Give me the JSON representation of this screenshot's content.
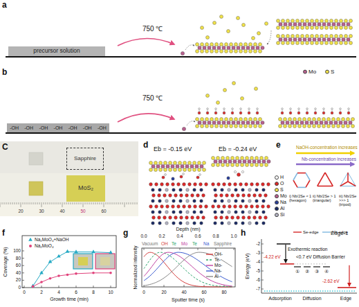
{
  "diagram": {
    "nodes": [
      {
        "text": [
          "precursor solution"
        ]
      },
      {
        "text": [
          "-OH",
          "-OH",
          "-OH",
          "-OH",
          "-OH",
          "-OH",
          "-OH"
        ]
      },
      {
        "text": [
          "Sapphire"
        ]
      },
      {
        "text": [
          "MoS₂"
        ]
      }
    ],
    "labels": [
      "a",
      "750 ℃",
      "b",
      "750 ℃",
      "C",
      "20",
      "30",
      "40",
      "50",
      "60",
      "d",
      "Eb = -0.15 eV",
      "Eb = -0.24 eV",
      "e",
      "NaOH-concentration increases",
      "Nb-concentration increases",
      "i) Nb/2Se ≈ 1 (hexagon)",
      "ii) Nb/2Se > 1 (triangular)",
      "iii) Nb/2Se >>> 1 (tripod)",
      "f",
      "0",
      "20",
      "40",
      "60",
      "80",
      "100",
      "0",
      "2",
      "4",
      "6",
      "8",
      "10",
      "Coverage (%)",
      "Growth time (min)",
      "g",
      "Depth (nm)",
      "0.0",
      "0.2",
      "0.4",
      "0.6",
      "0.8",
      "1.0",
      "Vacuum",
      "OH",
      "Te",
      "Mo",
      "Te",
      "Na",
      "Sapphire",
      "0",
      "20",
      "40",
      "60",
      "80",
      "Sputter time (s)",
      "Normalized intensity",
      "h",
      "Edge 1",
      "-2",
      "-3",
      "-4",
      "-5",
      "-6",
      "-7",
      "Energy (eV)",
      "-4.22 eV",
      "Exothermic reaction",
      "<0.7 eV Diffusion Barrier",
      "①",
      "②",
      "③",
      "④",
      "-2.62 eV",
      "Adsorption",
      "Diffusion",
      "Edge"
    ],
    "legend": [
      {
        "text": "Mo",
        "color": "#b8608e"
      },
      {
        "text": "S",
        "color": "#f2e34a"
      },
      {
        "text": "H",
        "color": "#ffffff"
      },
      {
        "text": "O",
        "color": "#e02828"
      },
      {
        "text": "S",
        "color": "#f2e34a"
      },
      {
        "text": "Mo",
        "color": "#b8608e"
      },
      {
        "text": "Na",
        "color": "#2a3f9a"
      },
      {
        "text": "Al",
        "color": "#1c2c66"
      },
      {
        "text": "Si",
        "color": "#b4b4c4"
      },
      {
        "text": "Se-edge"
      },
      {
        "text": "Nb-edge"
      },
      {
        "text": "Na₂MoO₄+NaOH"
      },
      {
        "text": "Na₂MoO₄"
      },
      {
        "text": "OH-"
      },
      {
        "text": "Te-"
      },
      {
        "text": "Mo-"
      },
      {
        "text": "Na-"
      },
      {
        "text": "Al-"
      }
    ]
  }
}
